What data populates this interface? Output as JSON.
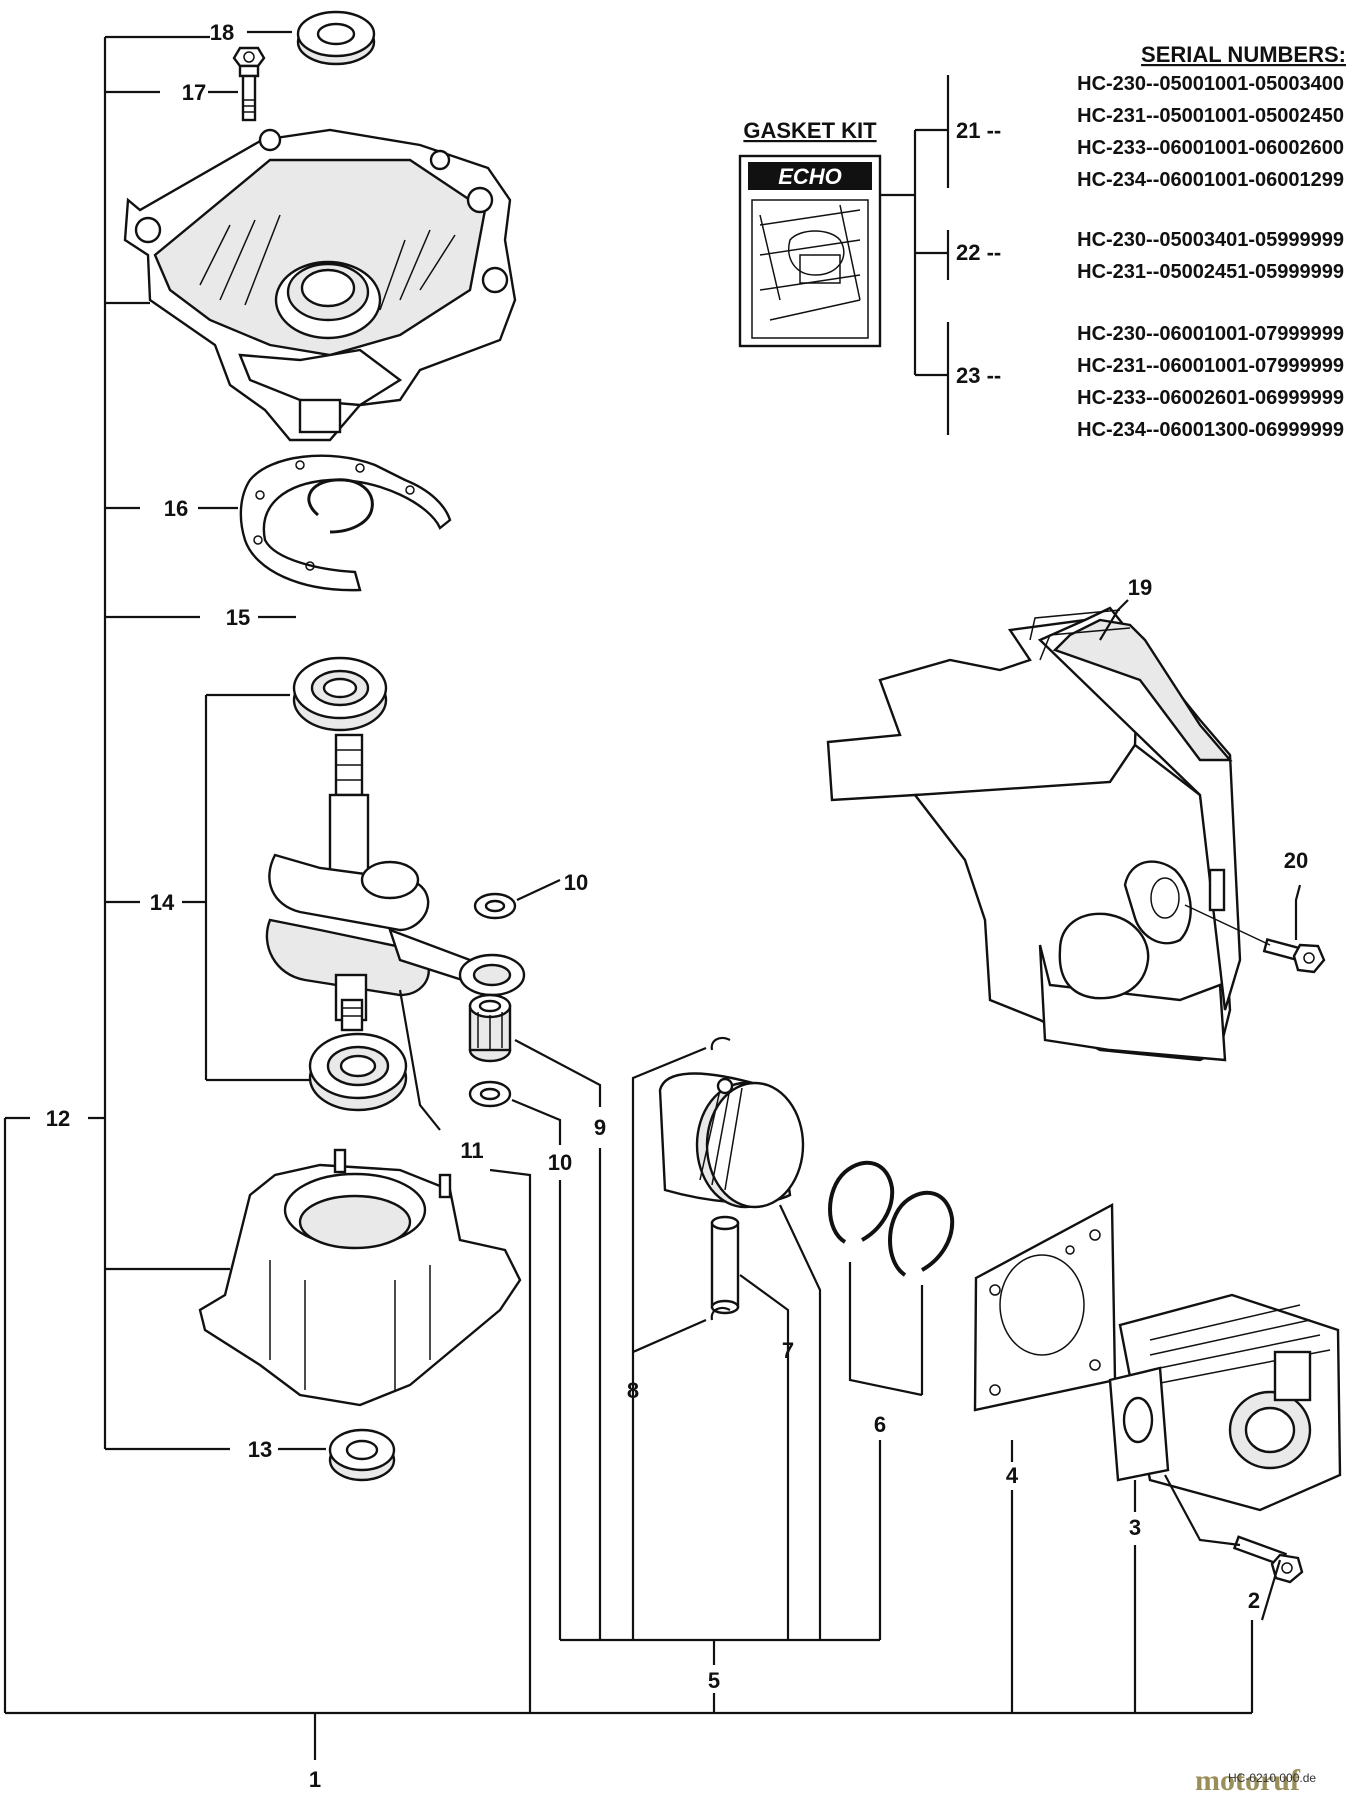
{
  "callouts": {
    "p1": "1",
    "p2": "2",
    "p3": "3",
    "p4": "4",
    "p5": "5",
    "p6": "6",
    "p7": "7",
    "p8": "8",
    "p9": "9",
    "p10a": "10",
    "p10b": "10",
    "p11": "11",
    "p12": "12",
    "p13": "13",
    "p14": "14",
    "p15": "15",
    "p16": "16",
    "p17": "17",
    "p18": "18",
    "p19": "19",
    "p20": "20",
    "p21": "21 --",
    "p22": "22 --",
    "p23": "23 --"
  },
  "gasket_kit": {
    "title": "GASKET KIT",
    "brand": "ECHO"
  },
  "serial_numbers": {
    "title": "SERIAL NUMBERS:",
    "group21": [
      "HC-230--05001001-05003400",
      "HC-231--05001001-05002450",
      "HC-233--06001001-06002600",
      "HC-234--06001001-06001299"
    ],
    "group22": [
      "HC-230--05003401-05999999",
      "HC-231--05002451-05999999"
    ],
    "group23": [
      "HC-230--06001001-07999999",
      "HC-231--06001001-07999999",
      "HC-233--06002601-06999999",
      "HC-234--06001300-06999999"
    ]
  },
  "footer": {
    "watermark": "motoruf",
    "code": "HC-0210 000.de"
  }
}
